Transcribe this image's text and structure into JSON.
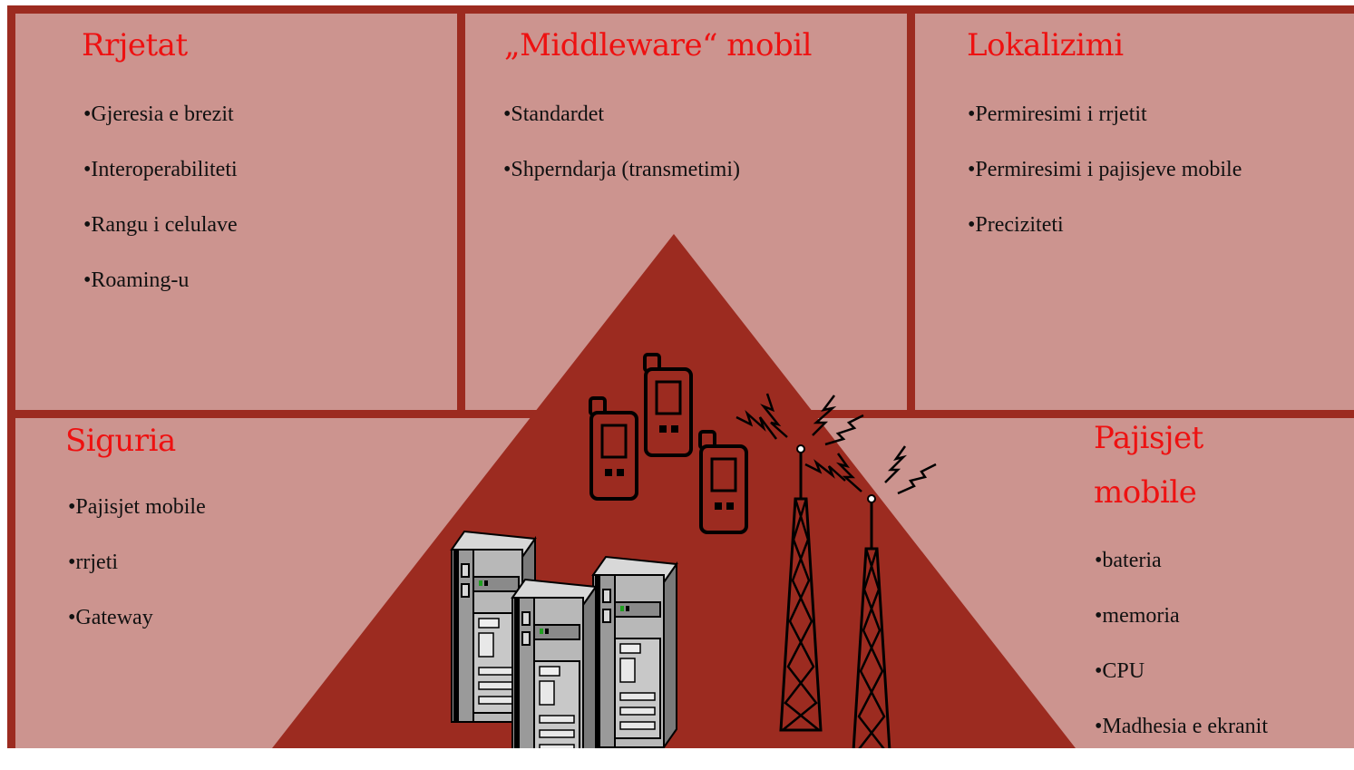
{
  "panels": {
    "network": {
      "title": "Rrjetat",
      "items": [
        "Gjeresia e brezit",
        "Interoperabiliteti",
        "Rangu i celulave",
        "Roaming-u"
      ]
    },
    "middleware": {
      "title": "„Middleware“ mobil",
      "items": [
        "Standardet",
        "Shperndarja (transmetimi)"
      ]
    },
    "location": {
      "title": "Lokalizimi",
      "items": [
        "Permiresimi i rrjetit",
        "Permiresimi i pajisjeve mobile",
        "Preciziteti"
      ]
    },
    "security": {
      "title": "Siguria",
      "items": [
        "Pajisjet mobile",
        "rrjeti",
        "Gateway"
      ]
    },
    "devices": {
      "title_lines": [
        "Pajisjet",
        "mobile"
      ],
      "items": [
        "bateria",
        "memoria",
        "CPU",
        "Madhesia e ekranit"
      ]
    }
  },
  "colors": {
    "frame": "#9c2b20",
    "panel": "#cc948f",
    "title": "#ee1111",
    "pyramid": "#9c2b20"
  },
  "illustration": {
    "icons": [
      "mobile-phone-icon",
      "radio-tower-icon",
      "server-rack-icon"
    ]
  }
}
